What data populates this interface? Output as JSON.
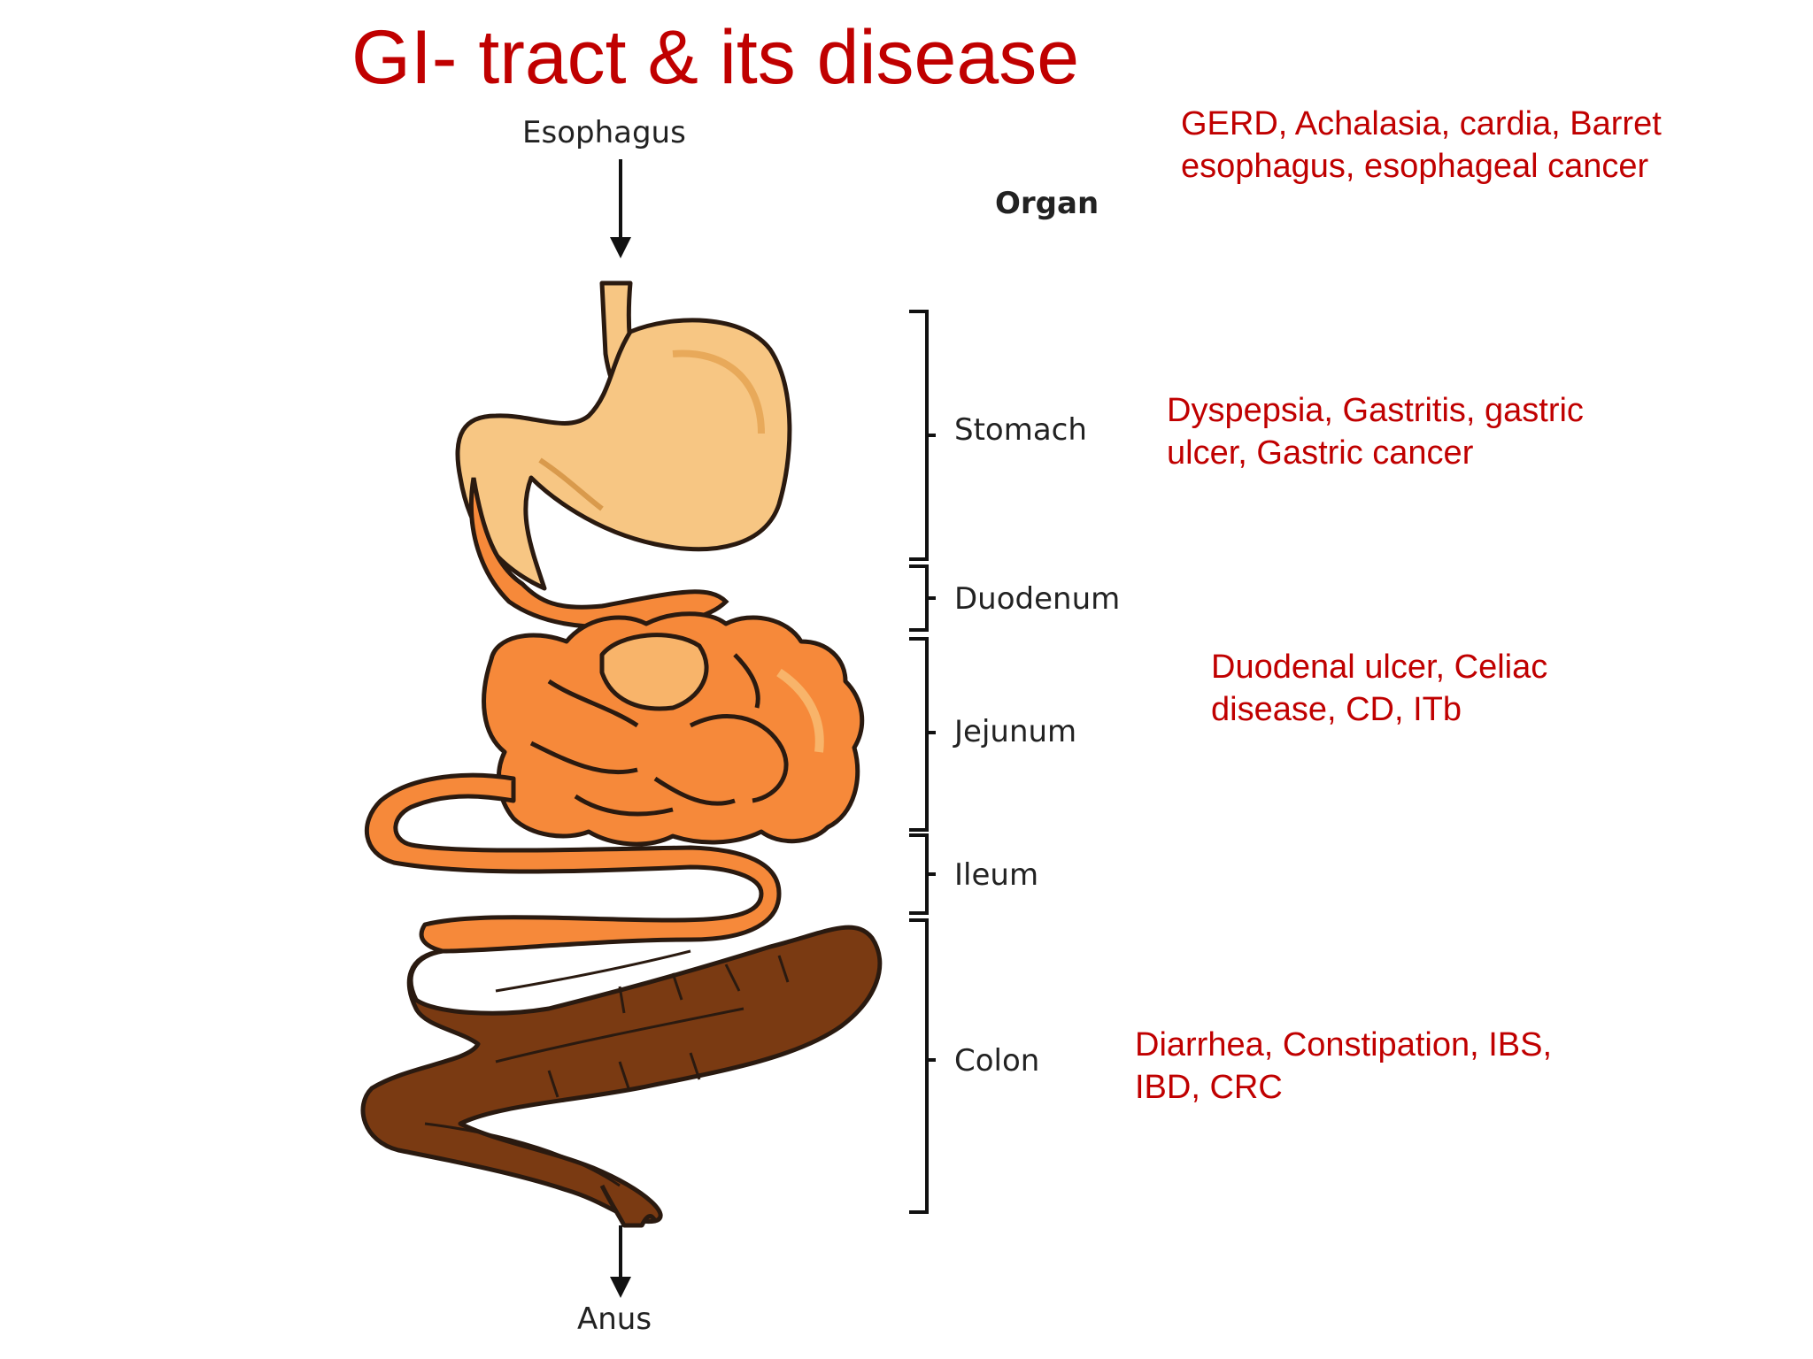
{
  "title": "GI- tract & its disease",
  "header_label": "Organ",
  "entry_label": "Esophagus",
  "exit_label": "Anus",
  "organs": [
    {
      "name": "Stomach"
    },
    {
      "name": "Duodenum"
    },
    {
      "name": "Jejunum"
    },
    {
      "name": "Ileum"
    },
    {
      "name": "Colon"
    }
  ],
  "diseases": [
    {
      "line1": "GERD, Achalasia, cardia, Barret",
      "line2": "esophagus, esophageal cancer"
    },
    {
      "line1": "Dyspepsia, Gastritis, gastric",
      "line2": "ulcer, Gastric cancer"
    },
    {
      "line1": "Duodenal ulcer, Celiac",
      "line2": "disease, CD, ITb"
    },
    {
      "line1": "Diarrhea, Constipation, IBS,",
      "line2": "IBD, CRC"
    }
  ],
  "colors": {
    "title": "#c00000",
    "disease_text": "#c00000",
    "stomach_fill": "#f7c683",
    "small_intestine_fill": "#f6893a",
    "small_intestine_highlight": "#f8b46a",
    "colon_fill": "#7a3a12",
    "outline": "#2a1a10"
  }
}
